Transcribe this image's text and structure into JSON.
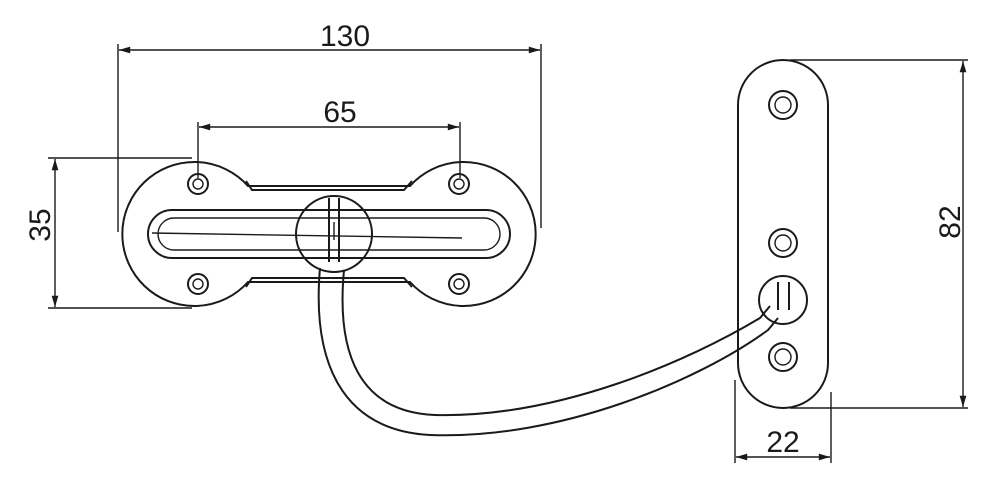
{
  "dimensions": {
    "overall_length": "130",
    "hole_spacing": "65",
    "plate_height": "35",
    "keeper_length": "82",
    "keeper_width": "22"
  },
  "colors": {
    "line": "#1a1a1a",
    "background": "#ffffff"
  }
}
